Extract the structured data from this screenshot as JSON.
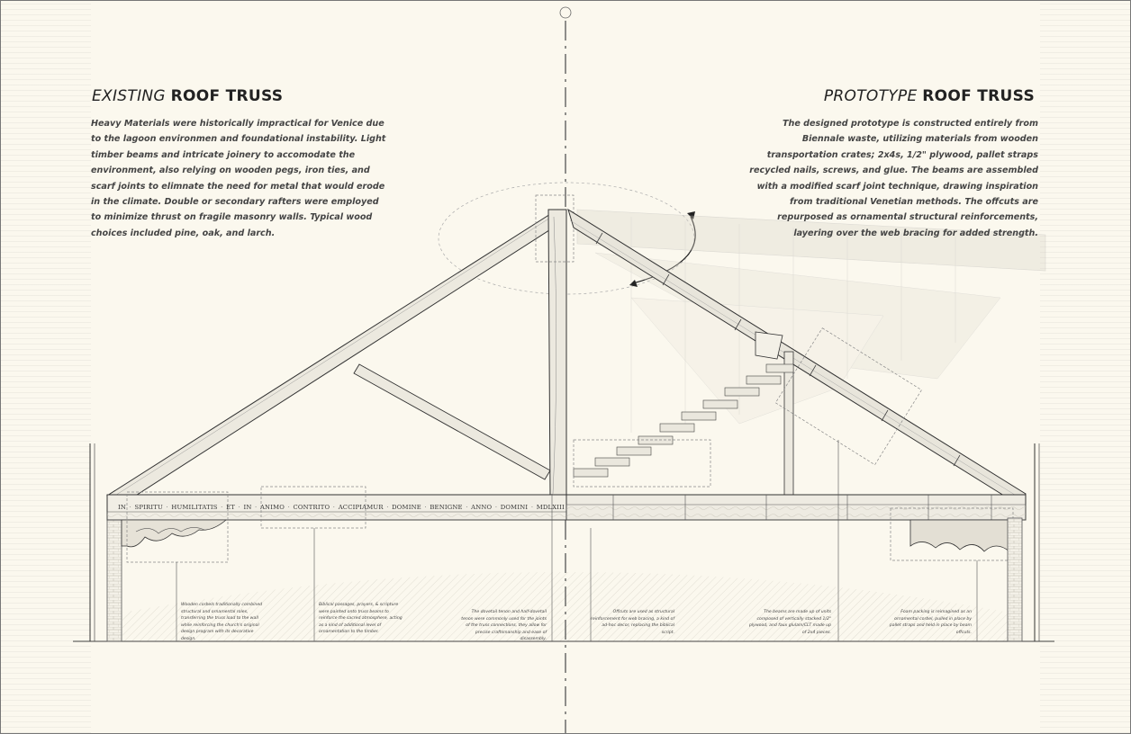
{
  "left": {
    "title_light": "EXISTING",
    "title_bold": "ROOF TRUSS",
    "paragraph": "Heavy Materials were historically impractical for Venice due to the lagoon environmen and foundational instability. Light timber beams and intricate joinery to accomodate the environment, also relying on wooden pegs, iron ties, and scarf joints to elimnate the need for metal that would erode in the climate. Double or secondary rafters were employed to minimize thrust on fragile masonry walls. Typical wood choices included pine, oak, and larch."
  },
  "right": {
    "title_light": "PROTOTYPE",
    "title_bold": "ROOF TRUSS",
    "paragraph": "The designed prototype is constructed entirely from Biennale waste, utilizing materials from wooden transportation crates; 2x4s, 1/2\" plywood, pallet straps recycled nails, screws, and glue. The beams are assembled with a modified scarf joint technique, drawing inspiration from traditional Venetian methods. The offcuts are repurposed as ornamental structural reinforcements, layering over the web bracing for added strength."
  },
  "inscription": [
    "IN",
    "SPIRITU",
    "HUMILITATIS",
    "ET",
    "IN",
    "ANIMO",
    "CONTRITO",
    "ACCIPIAMUR",
    "DOMINE",
    "BENIGNE",
    "ANNO",
    "DOMINI",
    "MDLXIII"
  ],
  "annotations": [
    "Wooden corbels traditionally combined structural and ornamental roles, transferring the truss load to the wall while reinforcing the church's original design program with its decorative design.",
    "Biblical passages, prayers, & scripture were painted onto truss beams to reinforce the sacred atmosphere, acting as a kind of additional level of ornamentation to the timber.",
    "The dovetail tenon and half-dovetail tenon were commonly used for the joints of the truss connections, they allow for precise craftsmanship and ease of disassembly.",
    "Offcuts are used as structural reinforcement for web bracing, a kind of ad-hoc decor, replacing the biblical script.",
    "The beams are made up of units composed of vertically stacked 1/2\" plywood, and faux glulam/CLT made up of 2x4 pieces.",
    "Foam packing is reimagined as an ornamental corbel, pulled in place by pallet straps and held in place by beam offcuts."
  ],
  "colors": {
    "paper": "#fbf8ee",
    "ink": "#222222",
    "timber": "#e9e6dc",
    "dashed": "#999999"
  },
  "icons": [
    "rotation-arrow-icon",
    "section-cut-marker-icon"
  ]
}
